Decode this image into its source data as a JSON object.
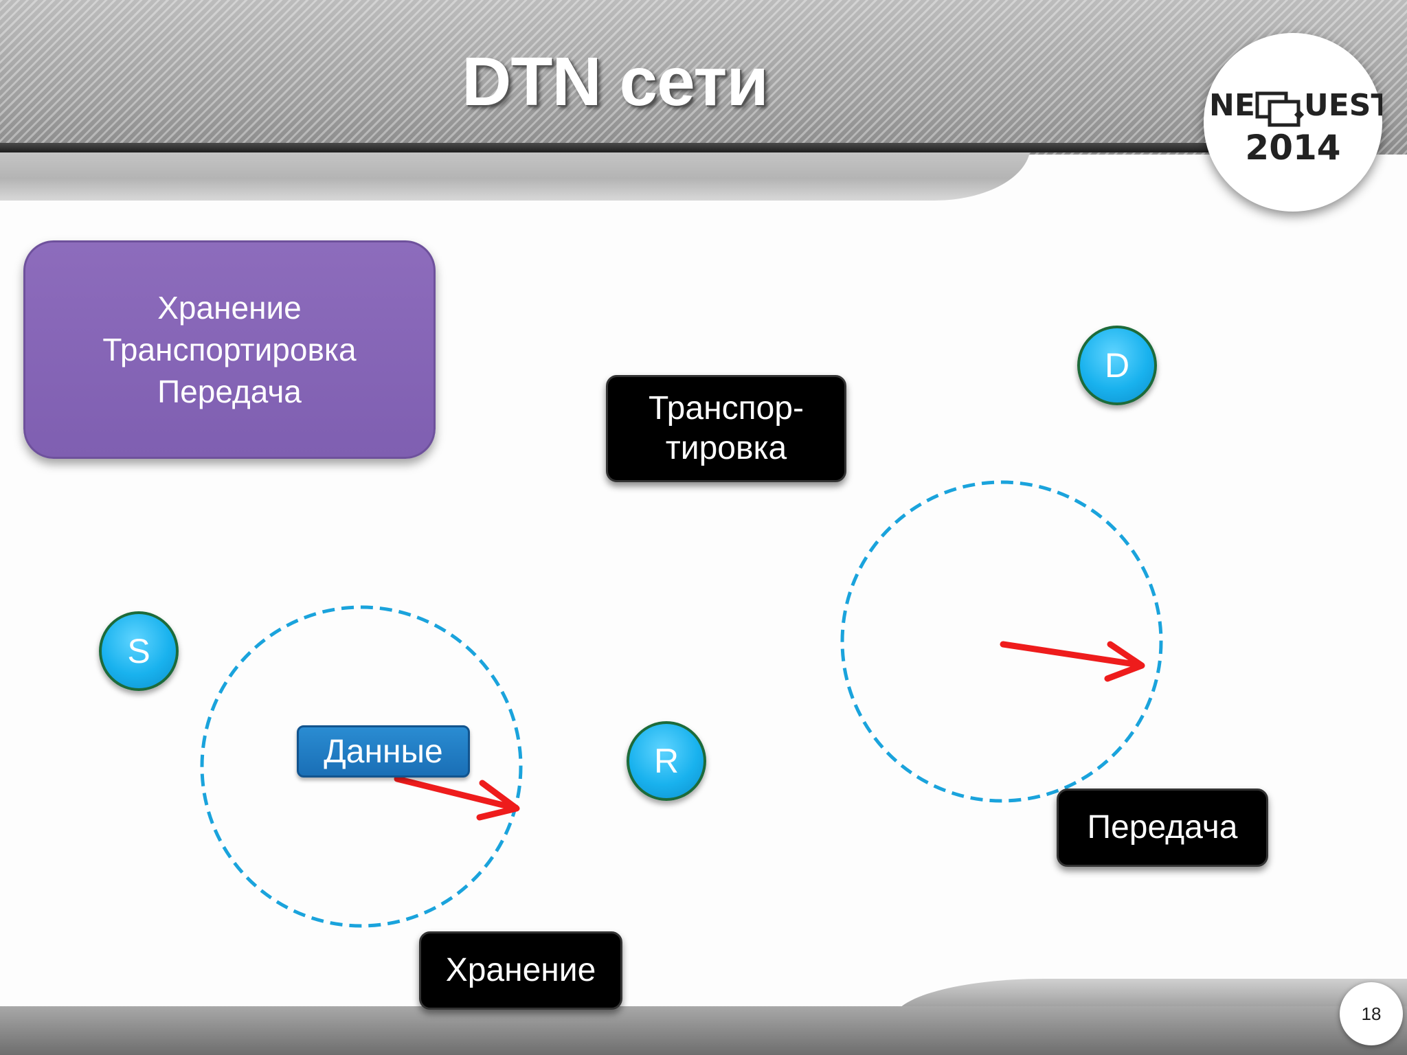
{
  "slide": {
    "title": "DTN сети",
    "page_number": "18"
  },
  "logo": {
    "text_prefix": "NE",
    "text_suffix": "UEST",
    "year": "2014"
  },
  "summary_box": {
    "lines": [
      "Хранение",
      "Транспортировка",
      "Передача"
    ]
  },
  "labels": {
    "transport_line1": "Транспор-",
    "transport_line2": "тировка",
    "transmission": "Передача",
    "storage": "Хранение",
    "data": "Данные"
  },
  "nodes": {
    "source": "S",
    "relay": "R",
    "destination": "D"
  },
  "colors": {
    "range_circle": "#1aa3dc",
    "arrow": "#ee1c1c",
    "summary_box": "#8466b5",
    "node_fill": "#19b2ee"
  }
}
